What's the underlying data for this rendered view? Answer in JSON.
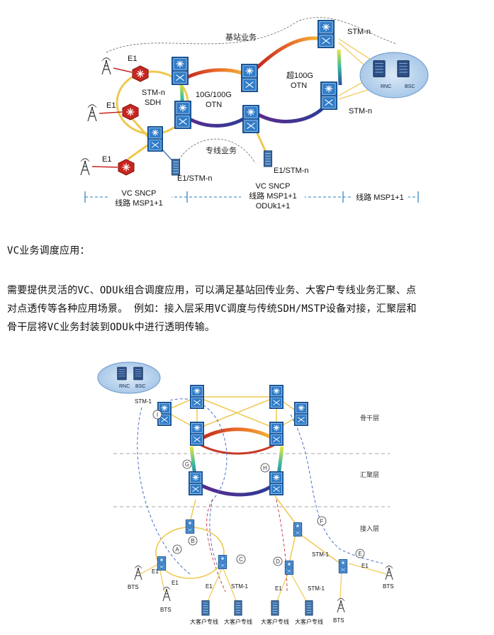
{
  "figure1": {
    "base_station_service": "基站业务",
    "e1_a": "E1",
    "e1_b": "E1",
    "e1_c": "E1",
    "stm_n_sdh_line1": "STM-n",
    "stm_n_sdh_line2": "SDH",
    "otn_speed": "10G/100G",
    "otn_label": "OTN",
    "super_otn_speed": "超100G",
    "super_otn_label": "OTN",
    "stm_n_top": "STM-n",
    "stm_n_bottom": "STM-n",
    "rnc": "RNC",
    "bsc": "BSC",
    "leased_line_service": "专线业务",
    "e1_stm_left": "E1/STM-n",
    "e1_stm_right": "E1/STM-n",
    "span_left_line1": "VC SNCP",
    "span_left_line2": "线路 MSP1+1",
    "span_mid_line1": "VC SNCP",
    "span_mid_line2": "线路 MSP1+1",
    "span_mid_line3": "ODUk1+1",
    "span_right": "线路 MSP1+1"
  },
  "text": {
    "heading": "VC业务调度应用：",
    "para_lines": [
      "需要提供灵活的VC、ODUk组合调度应用，可以满足基站回传业务、大客户专线业务汇聚、点",
      "对点透传等各种应用场景。 例如：接入层采用VC调度与传统SDH/MSTP设备对接，汇聚层和",
      "骨干层将VC业务封装到ODUk中进行透明传输。"
    ]
  },
  "figure2": {
    "rnc": "RNC",
    "bsc": "BSC",
    "stm1_top": "STM-1",
    "layer_backbone": "骨干层",
    "layer_aggregation": "汇聚层",
    "layer_access": "接入层",
    "mark_i": "I",
    "mark_g": "G",
    "mark_h": "H",
    "mark_f": "F",
    "mark_b": "B",
    "mark_a": "A",
    "mark_c": "C",
    "mark_d": "D",
    "mark_e": "E",
    "e1_1": "E1",
    "e1_2": "E1",
    "e1_3": "E1",
    "e1_4": "E1",
    "e1_5": "E1",
    "stm1_c": "STM-1",
    "stm1_d": "STM-1",
    "stm1_e": "STM-1",
    "bts_1": "BTS",
    "bts_2": "BTS",
    "bts_3": "BTS",
    "bts_4": "BTS",
    "customer_1": "大客户专线",
    "customer_2": "大客户专线",
    "customer_3": "大客户专线",
    "customer_4": "大客户专线"
  },
  "colors": {
    "node_blue": "#1d5fa6",
    "node_red": "#c7261f",
    "ring_yellow": "#f0c850",
    "ring_red": "#d8342a",
    "ring_purple": "#5a2e8c"
  }
}
